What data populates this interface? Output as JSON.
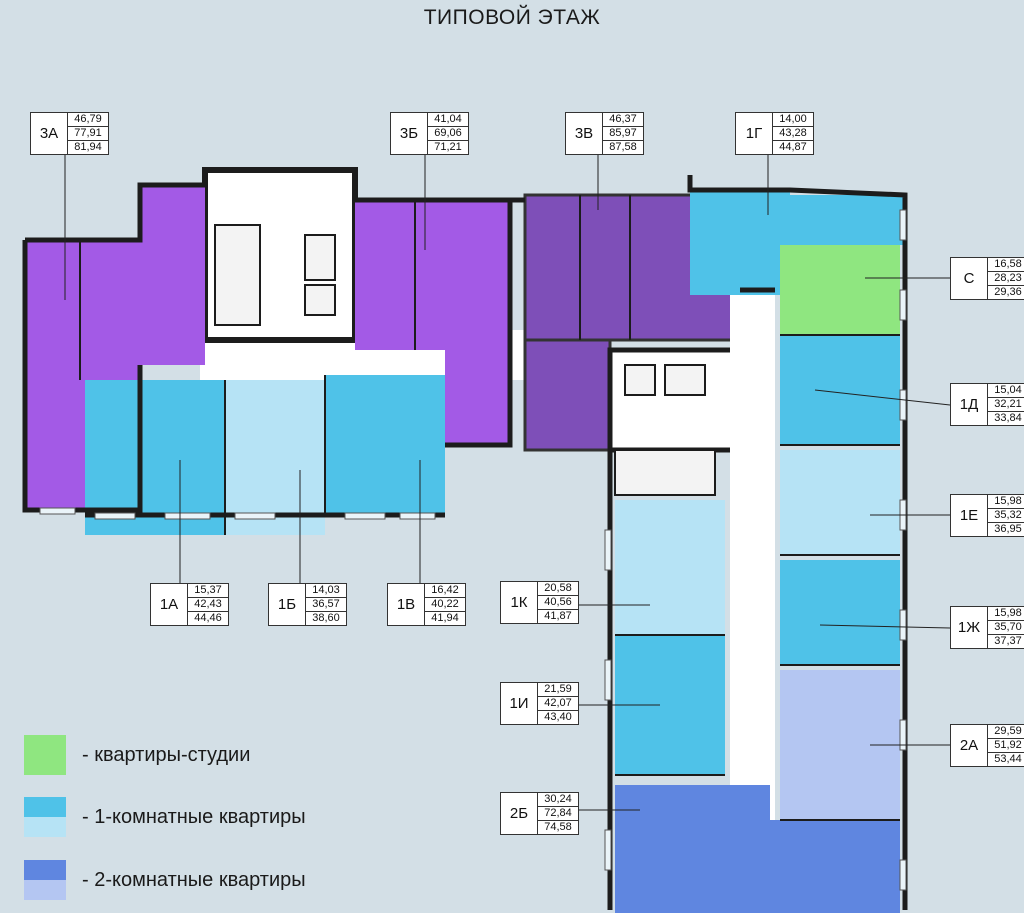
{
  "title": "ТИПОВОЙ ЭТАЖ",
  "colors": {
    "studio": "#8fe680",
    "one_room_a": "#4fc2e8",
    "one_room_b": "#b6e3f5",
    "two_room_a": "#5f86e0",
    "two_room_b": "#b4c6f2",
    "three_room_a": "#a35ae6",
    "three_room_b": "#7e4fb8",
    "wall": "#1c1c1c"
  },
  "apartments": [
    {
      "code": "3А",
      "values": [
        "46,79",
        "77,91",
        "81,94"
      ]
    },
    {
      "code": "3Б",
      "values": [
        "41,04",
        "69,06",
        "71,21"
      ]
    },
    {
      "code": "3В",
      "values": [
        "46,37",
        "85,97",
        "87,58"
      ]
    },
    {
      "code": "1Г",
      "values": [
        "14,00",
        "43,28",
        "44,87"
      ]
    },
    {
      "code": "С",
      "values": [
        "16,58",
        "28,23",
        "29,36"
      ]
    },
    {
      "code": "1Д",
      "values": [
        "15,04",
        "32,21",
        "33,84"
      ]
    },
    {
      "code": "1Е",
      "values": [
        "15,98",
        "35,32",
        "36,95"
      ]
    },
    {
      "code": "1Ж",
      "values": [
        "15,98",
        "35,70",
        "37,37"
      ]
    },
    {
      "code": "2А",
      "values": [
        "29,59",
        "51,92",
        "53,44"
      ]
    },
    {
      "code": "1А",
      "values": [
        "15,37",
        "42,43",
        "44,46"
      ]
    },
    {
      "code": "1Б",
      "values": [
        "14,03",
        "36,57",
        "38,60"
      ]
    },
    {
      "code": "1В",
      "values": [
        "16,42",
        "40,22",
        "41,94"
      ]
    },
    {
      "code": "1К",
      "values": [
        "20,58",
        "40,56",
        "41,87"
      ]
    },
    {
      "code": "1И",
      "values": [
        "21,59",
        "42,07",
        "43,40"
      ]
    },
    {
      "code": "2Б",
      "values": [
        "30,24",
        "72,84",
        "74,58"
      ]
    }
  ],
  "legend": [
    {
      "label": "- квартиры-студии",
      "swatches": [
        "#8fe680"
      ]
    },
    {
      "label": "- 1-комнатные квартиры",
      "swatches": [
        "#4fc2e8",
        "#b6e3f5"
      ]
    },
    {
      "label": "- 2-комнатные квартиры",
      "swatches": [
        "#5f86e0",
        "#b4c6f2"
      ]
    }
  ]
}
